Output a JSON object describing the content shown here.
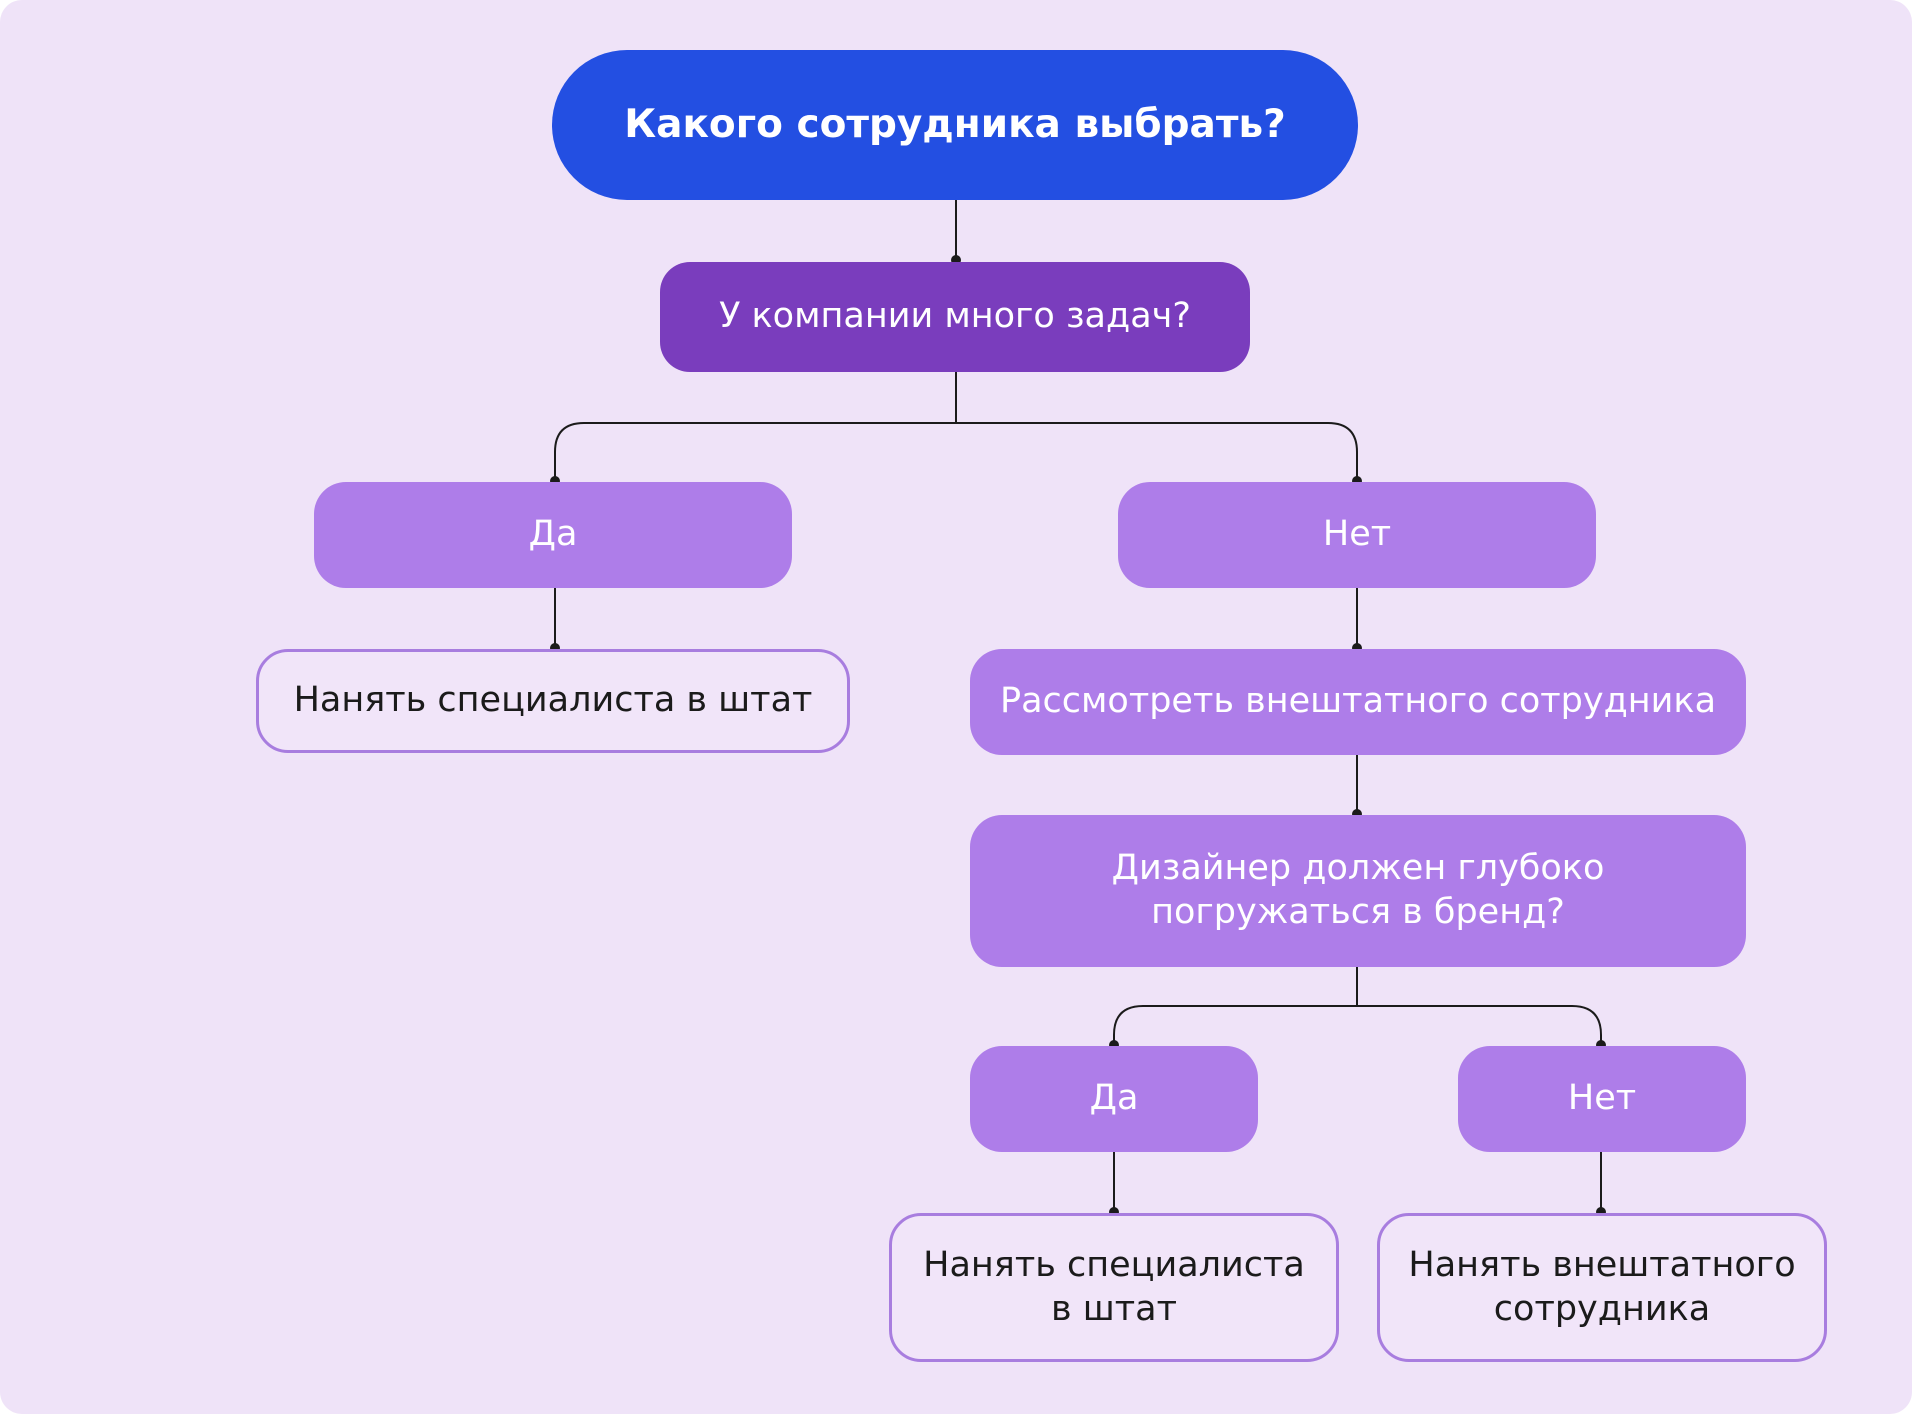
{
  "root": {
    "label": "Какого сотрудника выбрать?"
  },
  "question": {
    "label": "У компании много задач?"
  },
  "branch_yes": {
    "label": "Да"
  },
  "branch_no": {
    "label": "Нет"
  },
  "outcome_hire_staff": {
    "label": "Нанять специалиста в штат"
  },
  "consider_freelance": {
    "label": "Рассмотреть внештатного сотрудника"
  },
  "designer_question": {
    "line1": "Дизайнер должен глубоко",
    "line2": "погружаться в бренд?"
  },
  "sub_yes": {
    "label": "Да"
  },
  "sub_no": {
    "label": "Нет"
  },
  "outcome_hire_staff_2": {
    "line1": "Нанять специалиста",
    "line2": "в штат"
  },
  "outcome_hire_freelance": {
    "line1": "Нанять внештатного",
    "line2": "сотрудника"
  },
  "colors": {
    "background": "#efe3f8",
    "root": "#234fe2",
    "question": "#7a3dbd",
    "pill": "#ae7de9",
    "outline_border": "#a87ddf",
    "connector": "#1b1b1b"
  }
}
